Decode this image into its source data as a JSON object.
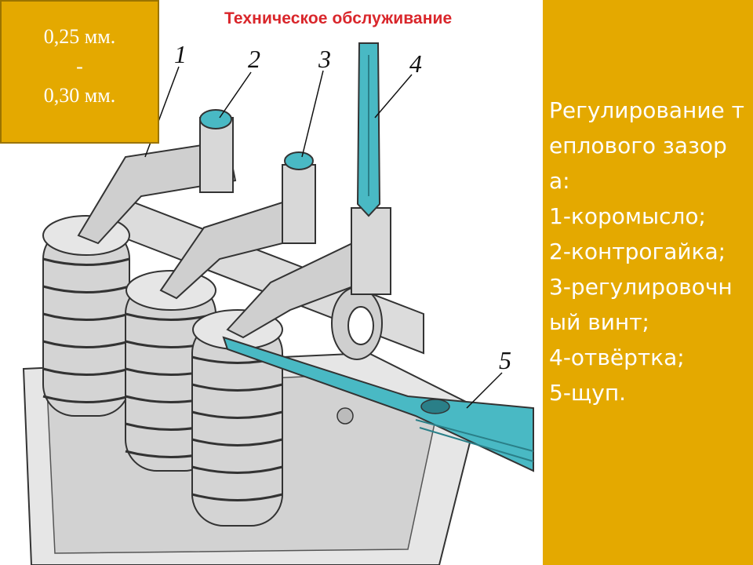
{
  "title": "Техническое обслуживание",
  "gap_box": {
    "line1": "0,25 мм.",
    "line2": "-",
    "line3": "0,30 мм."
  },
  "caption": {
    "heading": "Регулирование теплового зазора:",
    "items": [
      "1-коромысло;",
      "2-контрогайка;",
      "3-регулировочный винт;",
      "4-отвёртка;",
      "5-щуп."
    ]
  },
  "callouts": [
    "1",
    "2",
    "3",
    "4",
    "5"
  ],
  "colors": {
    "panel": "#e4a900",
    "title": "#d9262b",
    "accent_tool": "#49b9c4",
    "metal": "#d9d9d9"
  }
}
